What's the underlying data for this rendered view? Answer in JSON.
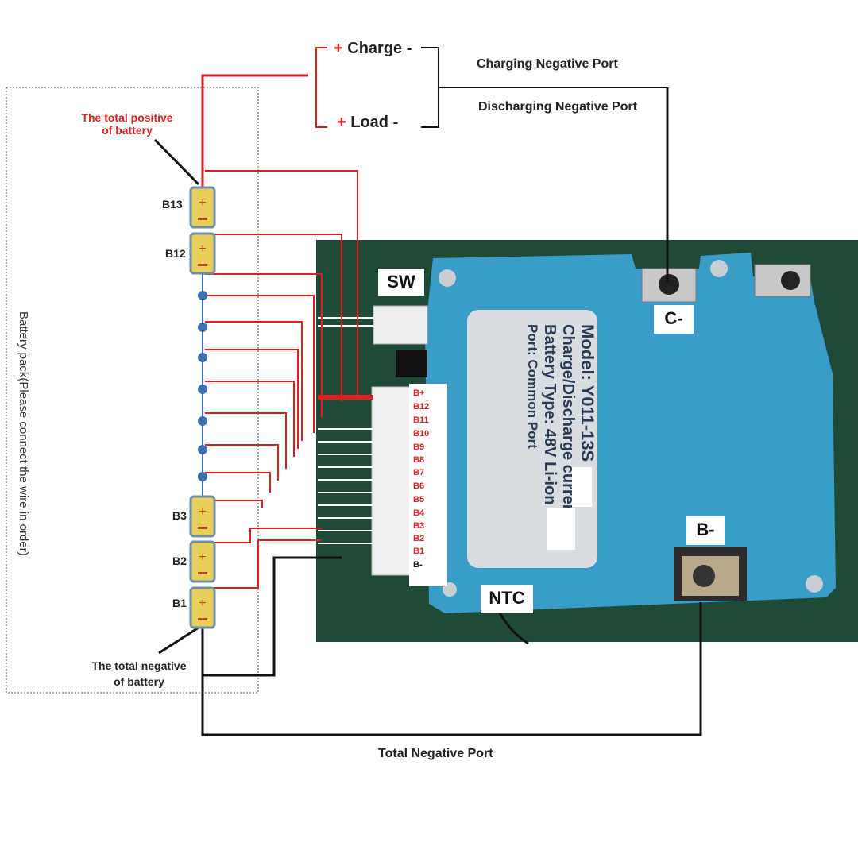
{
  "labels": {
    "charge": "Charge",
    "load": "Load",
    "plus": "+",
    "minus": "-",
    "charging_negative_port": "Charging Negative Port",
    "discharging_negative_port": "Discharging Negative Port",
    "total_positive_line1": "The total positive",
    "total_positive_line2": "of battery",
    "total_negative_line1": "The total negative",
    "total_negative_line2": "of battery",
    "total_negative_port": "Total Negative Port",
    "battery_pack_note": "Battery pack(Please connect the wire in order)",
    "sw": "SW",
    "ntc": "NTC",
    "c_minus": "C-",
    "b_minus": "B-"
  },
  "cells": [
    "B13",
    "B12",
    "B3",
    "B2",
    "B1"
  ],
  "pins": [
    "B+",
    "B12",
    "B11",
    "B10",
    "B9",
    "B8",
    "B7",
    "B6",
    "B5",
    "B4",
    "B3",
    "B2",
    "B1",
    "B-"
  ],
  "plate": {
    "model": "Model:  Y011-13S",
    "current": "Charge/Discharge current:",
    "battery_type": "Battery Type:  48V Li-ion",
    "port": "Port: Common Port"
  },
  "colors": {
    "wire_red": "#e02020",
    "wire_black": "#111111",
    "pcb_green": "#1f4a36",
    "bms_blue": "#3a9cc8",
    "cell_yellow": "#e8cf5a",
    "series_blue": "#3d6fb5"
  }
}
